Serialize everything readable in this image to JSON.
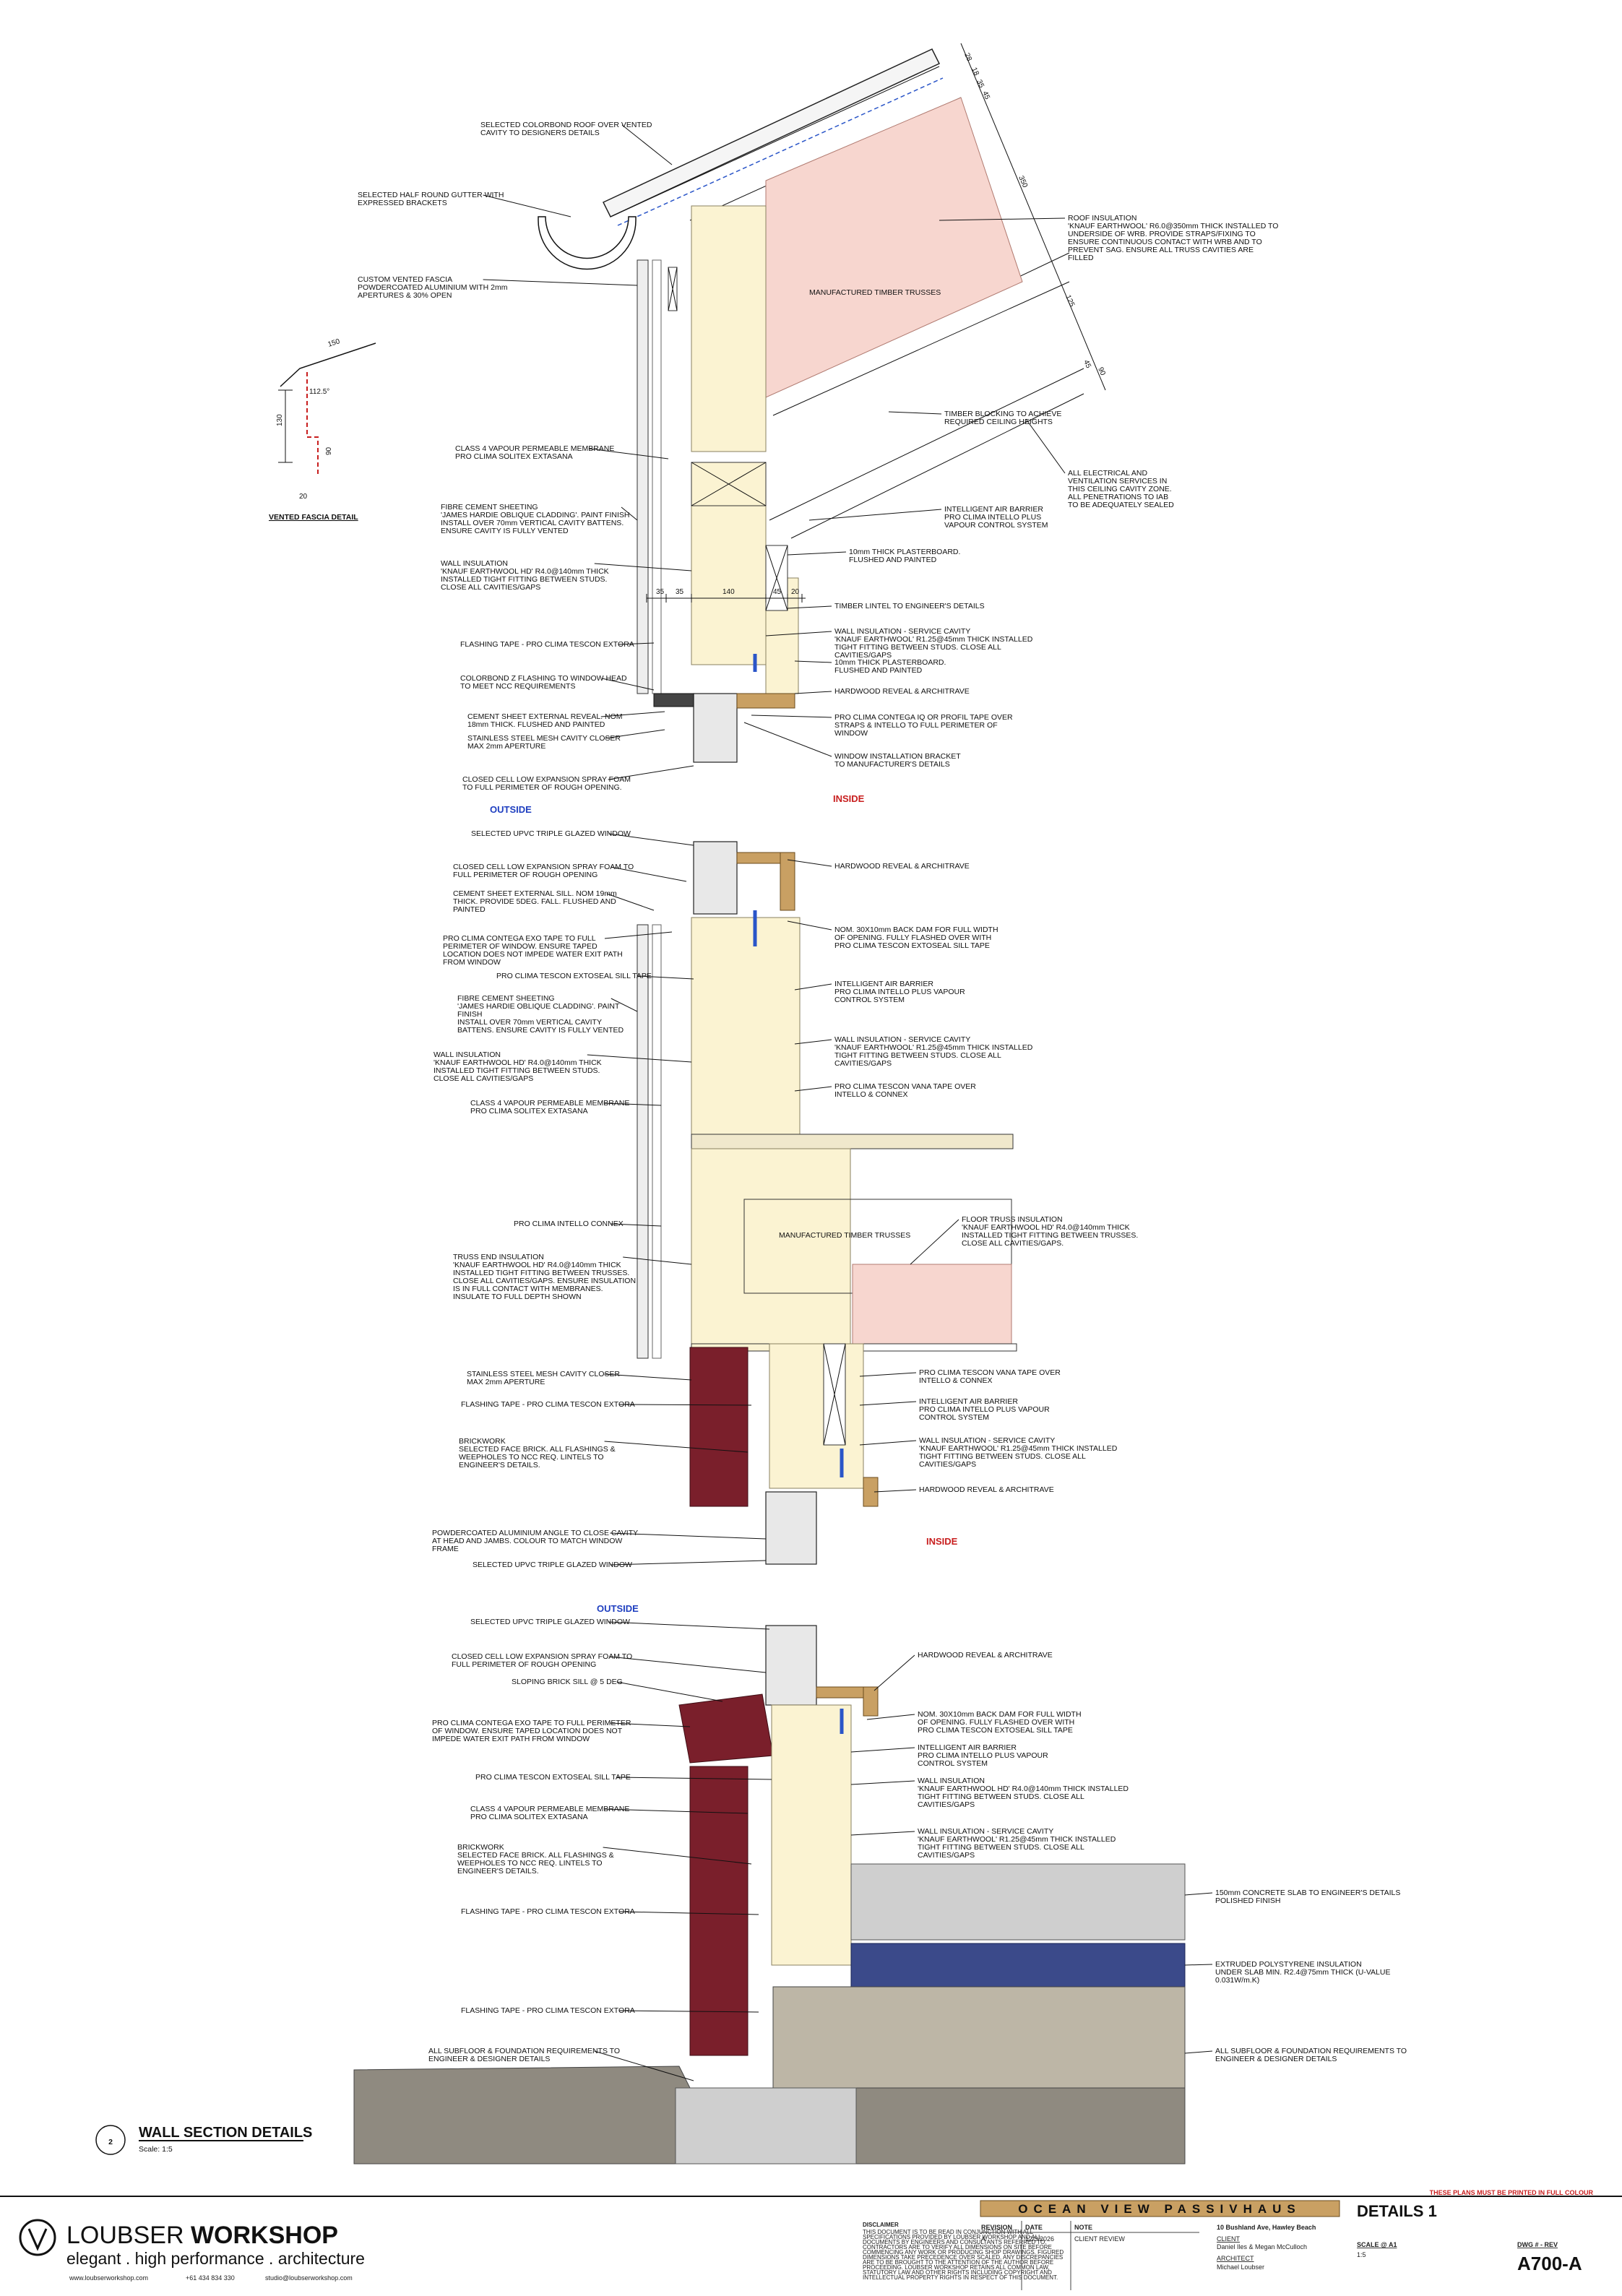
{
  "sheet": {
    "print_note": "THESE PLANS MUST BE PRINTED IN FULL COLOUR",
    "outside_label": "OUTSIDE",
    "inside_label": "INSIDE",
    "vented_fascia_title": "VENTED FASCIA DETAIL",
    "section_number": "2",
    "section_title": "WALL SECTION DETAILS",
    "section_scale": "Scale: 1:5"
  },
  "dimensions": {
    "wall_top": [
      "35",
      "35",
      "140",
      "45",
      "20"
    ],
    "fascia": [
      "150",
      "130",
      "90",
      "20",
      "112.5°"
    ],
    "roof": [
      "28",
      "18",
      "35",
      "45",
      "350",
      "125",
      "45",
      "90"
    ]
  },
  "labels_top": [
    "SELECTED COLORBOND ROOF OVER VENTED|CAVITY TO DESIGNERS DETAILS",
    "SELECTED HALF ROUND GUTTER WITH|EXPRESSED BRACKETS",
    "CUSTOM VENTED FASCIA|POWDERCOATED ALUMINIUM WITH 2mm|APERTURES & 30% OPEN",
    "CLASS 4 VAPOUR PERMEABLE MEMBRANE|PRO CLIMA SOLITEX EXTASANA",
    "FIBRE CEMENT SHEETING|'JAMES HARDIE OBLIQUE CLADDING'. PAINT FINISH|INSTALL OVER 70mm VERTICAL CAVITY BATTENS.|ENSURE CAVITY IS FULLY VENTED",
    "WALL INSULATION|'KNAUF EARTHWOOL HD' R4.0@140mm THICK|INSTALLED TIGHT FITTING BETWEEN STUDS.|CLOSE ALL CAVITIES/GAPS",
    "FLASHING TAPE - PRO CLIMA TESCON EXTORA",
    "COLORBOND Z FLASHING TO WINDOW HEAD|TO MEET NCC REQUIREMENTS",
    "CEMENT SHEET EXTERNAL REVEAL. NOM|18mm THICK. FLUSHED AND PAINTED",
    "STAINLESS STEEL MESH CAVITY CLOSER|MAX 2mm APERTURE",
    "CLOSED CELL LOW EXPANSION SPRAY FOAM|TO FULL PERIMETER OF ROUGH OPENING.",
    "ROOF INSULATION|'KNAUF EARTHWOOL' R6.0@350mm THICK INSTALLED TO|UNDERSIDE OF WRB. PROVIDE STRAPS/FIXING TO|ENSURE CONTINUOUS CONTACT WITH WRB AND TO|PREVENT SAG. ENSURE ALL TRUSS CAVITIES ARE|FILLED",
    "MANUFACTURED TIMBER TRUSSES",
    "TIMBER BLOCKING TO ACHIEVE|REQUIRED CEILING HEIGHTS",
    "ALL ELECTRICAL AND|VENTILATION SERVICES IN|THIS CEILING CAVITY ZONE.|ALL PENETRATIONS TO IAB|TO BE ADEQUATELY SEALED",
    "INTELLIGENT AIR BARRIER|PRO CLIMA INTELLO PLUS|VAPOUR CONTROL SYSTEM",
    "10mm THICK PLASTERBOARD.|FLUSHED AND PAINTED",
    "TIMBER LINTEL TO ENGINEER'S DETAILS",
    "WALL INSULATION - SERVICE CAVITY|'KNAUF EARTHWOOL' R1.25@45mm THICK INSTALLED|TIGHT FITTING BETWEEN STUDS. CLOSE ALL|CAVITIES/GAPS",
    "10mm THICK PLASTERBOARD.|FLUSHED AND PAINTED",
    "HARDWOOD REVEAL & ARCHITRAVE",
    "PRO CLIMA CONTEGA IQ OR PROFIL TAPE OVER|STRAPS & INTELLO TO FULL PERIMETER OF|WINDOW",
    "WINDOW INSTALLATION BRACKET|TO MANUFACTURER'S DETAILS"
  ],
  "labels_mid": [
    "SELECTED UPVC TRIPLE GLAZED WINDOW",
    "CLOSED CELL LOW EXPANSION SPRAY FOAM TO|FULL PERIMETER OF ROUGH OPENING",
    "CEMENT SHEET EXTERNAL SILL. NOM 19mm|THICK. PROVIDE 5DEG. FALL. FLUSHED AND|PAINTED",
    "PRO CLIMA CONTEGA EXO TAPE TO FULL|PERIMETER OF WINDOW. ENSURE TAPED|LOCATION DOES NOT IMPEDE WATER EXIT PATH|FROM WINDOW",
    "PRO CLIMA TESCON EXTOSEAL SILL TAPE",
    "FIBRE CEMENT SHEETING|'JAMES HARDIE OBLIQUE CLADDING'. PAINT|FINISH|INSTALL OVER 70mm VERTICAL CAVITY|BATTENS. ENSURE CAVITY IS FULLY VENTED",
    "WALL INSULATION|'KNAUF EARTHWOOL HD' R4.0@140mm THICK|INSTALLED TIGHT FITTING BETWEEN STUDS.|CLOSE ALL CAVITIES/GAPS",
    "CLASS 4 VAPOUR PERMEABLE MEMBRANE|PRO CLIMA SOLITEX EXTASANA",
    "PRO CLIMA INTELLO CONNEX",
    "TRUSS END INSULATION|'KNAUF EARTHWOOL HD' R4.0@140mm THICK|INSTALLED TIGHT FITTING BETWEEN TRUSSES.|CLOSE ALL CAVITIES/GAPS. ENSURE INSULATION|IS IN FULL CONTACT WITH MEMBRANES.|INSULATE TO FULL DEPTH SHOWN",
    "STAINLESS STEEL MESH CAVITY CLOSER|MAX 2mm APERTURE",
    "FLASHING TAPE - PRO CLIMA TESCON EXTORA",
    "BRICKWORK|SELECTED FACE BRICK. ALL FLASHINGS &|WEEPHOLES TO NCC REQ. LINTELS TO|ENGINEER'S DETAILS.",
    "POWDERCOATED ALUMINIUM ANGLE TO CLOSE CAVITY|AT HEAD AND JAMBS. COLOUR TO MATCH WINDOW|FRAME",
    "SELECTED UPVC TRIPLE GLAZED WINDOW",
    "HARDWOOD REVEAL & ARCHITRAVE",
    "NOM. 30X10mm BACK DAM FOR FULL WIDTH|OF OPENING. FULLY FLASHED OVER WITH|PRO CLIMA TESCON EXTOSEAL SILL TAPE",
    "INTELLIGENT AIR BARRIER|PRO CLIMA INTELLO PLUS VAPOUR|CONTROL SYSTEM",
    "WALL INSULATION - SERVICE CAVITY|'KNAUF EARTHWOOL' R1.25@45mm THICK INSTALLED|TIGHT FITTING BETWEEN STUDS. CLOSE ALL|CAVITIES/GAPS",
    "PRO CLIMA TESCON VANA TAPE OVER|INTELLO & CONNEX",
    "MANUFACTURED TIMBER TRUSSES",
    "FLOOR TRUSS INSULATION|'KNAUF EARTHWOOL HD' R4.0@140mm THICK|INSTALLED TIGHT FITTING BETWEEN TRUSSES.|CLOSE ALL CAVITIES/GAPS.",
    "PRO CLIMA TESCON VANA TAPE OVER|INTELLO & CONNEX",
    "INTELLIGENT AIR BARRIER|PRO CLIMA INTELLO PLUS VAPOUR|CONTROL SYSTEM",
    "WALL INSULATION - SERVICE CAVITY|'KNAUF EARTHWOOL' R1.25@45mm THICK INSTALLED|TIGHT FITTING BETWEEN STUDS. CLOSE ALL|CAVITIES/GAPS",
    "HARDWOOD REVEAL & ARCHITRAVE"
  ],
  "labels_bottom": [
    "SELECTED UPVC TRIPLE GLAZED WINDOW",
    "CLOSED CELL LOW EXPANSION SPRAY FOAM TO|FULL PERIMETER OF ROUGH OPENING",
    "SLOPING BRICK SILL @ 5 DEG",
    "PRO CLIMA CONTEGA EXO TAPE TO FULL PERIMETER|OF WINDOW. ENSURE TAPED LOCATION DOES NOT|IMPEDE WATER EXIT PATH FROM WINDOW",
    "PRO CLIMA TESCON EXTOSEAL SILL TAPE",
    "CLASS 4 VAPOUR PERMEABLE MEMBRANE|PRO CLIMA SOLITEX EXTASANA",
    "BRICKWORK|SELECTED FACE BRICK. ALL FLASHINGS &|WEEPHOLES TO NCC REQ. LINTELS TO|ENGINEER'S DETAILS.",
    "FLASHING TAPE - PRO CLIMA TESCON EXTORA",
    "FLASHING TAPE - PRO CLIMA TESCON EXTORA",
    "ALL SUBFLOOR & FOUNDATION REQUIREMENTS TO|ENGINEER & DESIGNER DETAILS",
    "HARDWOOD REVEAL & ARCHITRAVE",
    "NOM. 30X10mm BACK DAM FOR FULL WIDTH|OF OPENING. FULLY FLASHED OVER WITH|PRO CLIMA TESCON EXTOSEAL SILL TAPE",
    "INTELLIGENT AIR BARRIER|PRO CLIMA INTELLO PLUS VAPOUR|CONTROL SYSTEM",
    "WALL INSULATION|'KNAUF EARTHWOOL HD' R4.0@140mm THICK INSTALLED|TIGHT FITTING BETWEEN STUDS. CLOSE ALL|CAVITIES/GAPS",
    "WALL INSULATION - SERVICE CAVITY|'KNAUF EARTHWOOL' R1.25@45mm THICK INSTALLED|TIGHT FITTING BETWEEN STUDS. CLOSE ALL|CAVITIES/GAPS",
    "150mm CONCRETE SLAB TO ENGINEER'S DETAILS|POLISHED FINISH",
    "EXTRUDED POLYSTYRENE INSULATION|UNDER SLAB MIN. R2.4@75mm THICK (U-VALUE|0.031W/m.K)",
    "ALL SUBFLOOR & FOUNDATION REQUIREMENTS TO|ENGINEER & DESIGNER DETAILS"
  ],
  "title_block": {
    "firm_name_light": "LOUBSER ",
    "firm_name_bold": "WORKSHOP",
    "tagline": "elegant . high performance . architecture",
    "website": "www.loubserworkshop.com",
    "phone": "+61 434 834 330",
    "email": "studio@loubserworkshop.com",
    "disclaimer_title": "DISCLAIMER",
    "disclaimer_text": "THIS DOCUMENT IS TO BE READ IN CONJUNCTION WITH ALL SPECIFICATIONS PROVIDED BY LOUBSER WORKSHOP AND ALL DOCUMENTS BY ENGINEERS AND CONSULTANTS REFERRED TO. CONTRACTORS ARE TO VERIFY ALL DIMENSIONS ON SITE BEFORE COMMENCING ANY WORK OR PRODUCING SHOP DRAWINGS. FIGURED DIMENSIONS TAKE PRECEDENCE OVER SCALED. ANY DISCREPANCIES ARE TO BE BROUGHT TO THE ATTENTION OF THE AUTHOR BEFORE PROCEEDING. LOUBSER WORKSHOP RETAINS ALL COMMON LAW, STATUTORY LAW AND OTHER RIGHTS INCLUDING COPYRIGHT AND INTELLECTUAL PROPERTY RIGHTS IN RESPECT OF THIS DOCUMENT.",
    "project_name": "OCEAN VIEW PASSIVHAUS",
    "revision_header": "REVISION",
    "date_header": "DATE",
    "note_header": "NOTE",
    "revision": "A",
    "date": "12/3/2026",
    "note": "CLIENT REVIEW",
    "address": "10 Bushland Ave, Hawley Beach",
    "client_label": "CLIENT",
    "client": "Daniel Iles & Megan McCulloch",
    "architect_label": "ARCHITECT",
    "architect": "Michael Loubser",
    "sheet_title": "DETAILS 1",
    "scale_label": "SCALE @ A1",
    "scale": "1:5",
    "dwg_label": "DWG # - REV",
    "dwg": "A700-A"
  },
  "colors": {
    "insulation": "#fbf3d2",
    "roof_insulation": "#f7d6cf",
    "brick": "#7a1f2b",
    "concrete": "#cfcfcf",
    "xps": "#3b4a8a",
    "outside_text": "#1f3fc0",
    "inside_text": "#c81e1e"
  }
}
